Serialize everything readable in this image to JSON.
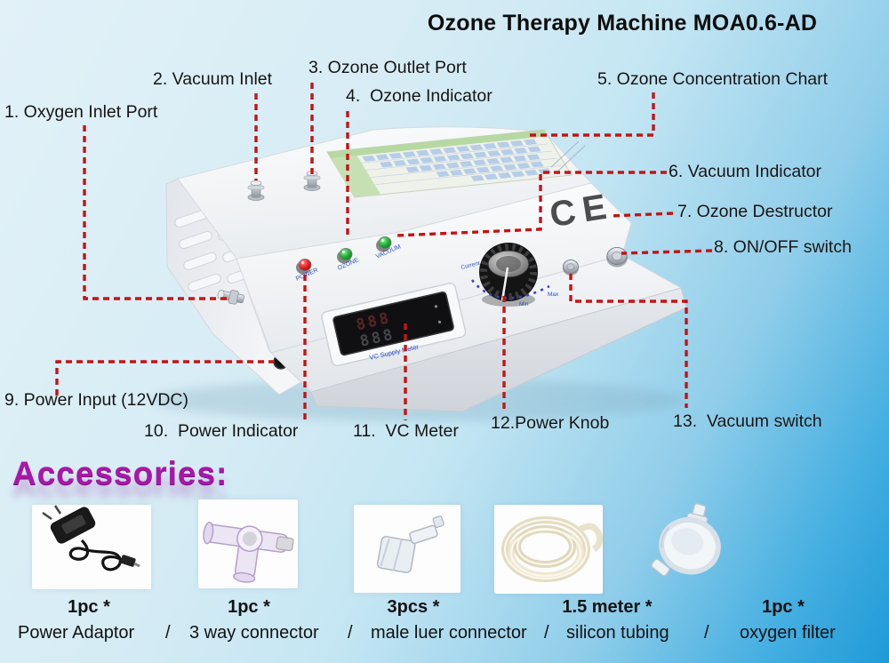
{
  "title": "Ozone Therapy Machine MOA0.6-AD",
  "callouts": [
    {
      "label": "1. Oxygen Inlet Port"
    },
    {
      "label": "2. Vacuum Inlet"
    },
    {
      "label": "3. Ozone Outlet Port"
    },
    {
      "label": "4.  Ozone Indicator"
    },
    {
      "label": "5. Ozone Concentration Chart"
    },
    {
      "label": "6. Vacuum Indicator"
    },
    {
      "label": "7. Ozone Destructor"
    },
    {
      "label": "8. ON/OFF switch"
    },
    {
      "label": "9. Power Input (12VDC)"
    },
    {
      "label": "10.  Power Indicator"
    },
    {
      "label": "11.  VC Meter"
    },
    {
      "label": "12.Power Knob"
    },
    {
      "label": "13.  Vacuum switch"
    }
  ],
  "machine": {
    "ce_mark": "CE",
    "indicator_power": "POWER",
    "indicator_ozone": "OZONE",
    "indicator_vacuum": "VACUUM",
    "meter_caption": "VC Supply Meter",
    "knob_label_current": "Current",
    "knob_label_min": "Min",
    "knob_label_max": "Max"
  },
  "accessories": {
    "heading": "Accessories:",
    "separator": "/",
    "items": [
      {
        "qty": "1pc *",
        "name": "Power Adaptor"
      },
      {
        "qty": "1pc *",
        "name": "3 way connector"
      },
      {
        "qty": "3pcs *",
        "name": "male luer connector"
      },
      {
        "qty": "1.5 meter *",
        "name": "silicon tubing"
      },
      {
        "qty": "1pc *",
        "name": "oxygen filter"
      }
    ]
  },
  "colors": {
    "callout_line": "#c41414",
    "heading_purple": "#a818a8",
    "bg_light": "#dff0f7",
    "bg_deep": "#1f9ad7"
  }
}
